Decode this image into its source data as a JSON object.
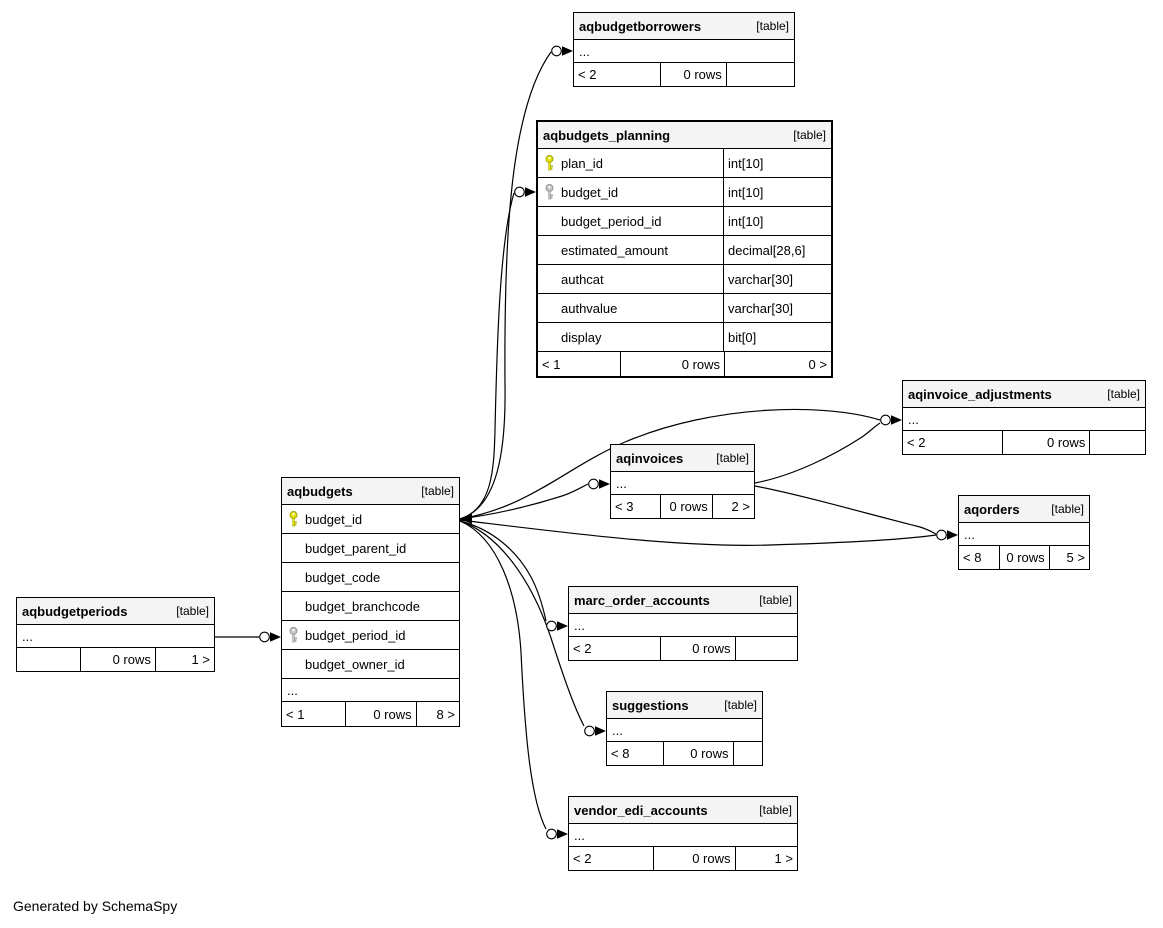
{
  "page": {
    "generated_note": "Generated by SchemaSpy"
  },
  "colors": {
    "header_bg": "#f4f4f4",
    "border": "#000000",
    "primary_key": "#e4e400",
    "foreign_key": "#c6c6c6"
  },
  "tables": {
    "aqbudgetborrowers": {
      "name": "aqbudgetborrowers",
      "kind": "[table]",
      "dots": "...",
      "footer": {
        "parents": "< 2",
        "rows": "0 rows",
        "children": ""
      }
    },
    "aqbudgets_planning": {
      "name": "aqbudgets_planning",
      "kind": "[table]",
      "columns": [
        {
          "name": "plan_id",
          "type": "int[10]",
          "key": "primary"
        },
        {
          "name": "budget_id",
          "type": "int[10]",
          "key": "foreign"
        },
        {
          "name": "budget_period_id",
          "type": "int[10]",
          "key": null
        },
        {
          "name": "estimated_amount",
          "type": "decimal[28,6]",
          "key": null
        },
        {
          "name": "authcat",
          "type": "varchar[30]",
          "key": null
        },
        {
          "name": "authvalue",
          "type": "varchar[30]",
          "key": null
        },
        {
          "name": "display",
          "type": "bit[0]",
          "key": null
        }
      ],
      "footer": {
        "parents": "< 1",
        "rows": "0 rows",
        "children": "0 >"
      }
    },
    "aqinvoice_adjustments": {
      "name": "aqinvoice_adjustments",
      "kind": "[table]",
      "dots": "...",
      "footer": {
        "parents": "< 2",
        "rows": "0 rows",
        "children": ""
      }
    },
    "aqinvoices": {
      "name": "aqinvoices",
      "kind": "[table]",
      "dots": "...",
      "footer": {
        "parents": "< 3",
        "rows": "0 rows",
        "children": "2 >"
      }
    },
    "aqorders": {
      "name": "aqorders",
      "kind": "[table]",
      "dots": "...",
      "footer": {
        "parents": "< 8",
        "rows": "0 rows",
        "children": "5 >"
      }
    },
    "aqbudgets": {
      "name": "aqbudgets",
      "kind": "[table]",
      "dots": "...",
      "columns": [
        {
          "name": "budget_id",
          "key": "primary"
        },
        {
          "name": "budget_parent_id",
          "key": null
        },
        {
          "name": "budget_code",
          "key": null
        },
        {
          "name": "budget_branchcode",
          "key": null
        },
        {
          "name": "budget_period_id",
          "key": "foreign"
        },
        {
          "name": "budget_owner_id",
          "key": null
        }
      ],
      "footer": {
        "parents": "< 1",
        "rows": "0 rows",
        "children": "8 >"
      }
    },
    "aqbudgetperiods": {
      "name": "aqbudgetperiods",
      "kind": "[table]",
      "dots": "...",
      "footer": {
        "parents": "",
        "rows": "0 rows",
        "children": "1 >"
      }
    },
    "marc_order_accounts": {
      "name": "marc_order_accounts",
      "kind": "[table]",
      "dots": "...",
      "footer": {
        "parents": "< 2",
        "rows": "0 rows",
        "children": ""
      }
    },
    "suggestions": {
      "name": "suggestions",
      "kind": "[table]",
      "dots": "...",
      "footer": {
        "parents": "< 8",
        "rows": "0 rows",
        "children": ""
      }
    },
    "vendor_edi_accounts": {
      "name": "vendor_edi_accounts",
      "kind": "[table]",
      "dots": "...",
      "footer": {
        "parents": "< 2",
        "rows": "0 rows",
        "children": "1 >"
      }
    }
  },
  "relationships": [
    {
      "from": "aqbudgets.budget_id",
      "to": "aqbudgetborrowers"
    },
    {
      "from": "aqbudgets.budget_id",
      "to": "aqbudgets_planning.budget_id"
    },
    {
      "from": "aqbudgets.budget_id",
      "to": "aqinvoice_adjustments"
    },
    {
      "from": "aqbudgets.budget_id",
      "to": "aqinvoices"
    },
    {
      "from": "aqbudgets.budget_id",
      "to": "aqorders"
    },
    {
      "from": "aqbudgets.budget_id",
      "to": "marc_order_accounts"
    },
    {
      "from": "aqbudgets.budget_id",
      "to": "suggestions"
    },
    {
      "from": "aqbudgets.budget_id",
      "to": "vendor_edi_accounts"
    },
    {
      "from": "aqbudgetperiods",
      "to": "aqbudgets.budget_period_id"
    },
    {
      "from": "aqinvoices",
      "to": "aqinvoice_adjustments"
    },
    {
      "from": "aqinvoices",
      "to": "aqorders"
    }
  ]
}
